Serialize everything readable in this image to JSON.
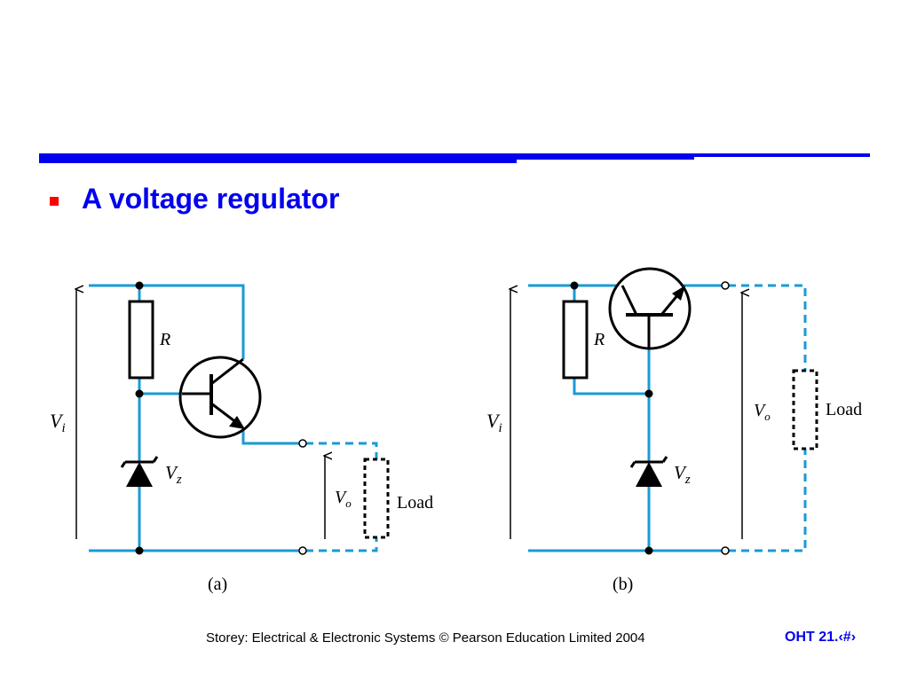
{
  "slide": {
    "bullet_text": "A voltage regulator",
    "footer": "Storey: Electrical & Electronic Systems © Pearson Education Limited 2004",
    "slide_number": "OHT 21.‹#›"
  },
  "colors": {
    "accent": "#0000ee",
    "bullet": "#ff0000",
    "wire": "#1a9ad6",
    "component": "#000000"
  },
  "circuit_a": {
    "caption": "(a)",
    "input_voltage": "V",
    "input_voltage_sub": "i",
    "resistor_label": "R",
    "zener_label": "V",
    "zener_label_sub": "z",
    "output_voltage": "V",
    "output_voltage_sub": "o",
    "load_label": "Load"
  },
  "circuit_b": {
    "caption": "(b)",
    "input_voltage": "V",
    "input_voltage_sub": "i",
    "resistor_label": "R",
    "zener_label": "V",
    "zener_label_sub": "z",
    "output_voltage": "V",
    "output_voltage_sub": "o",
    "load_label": "Load"
  }
}
